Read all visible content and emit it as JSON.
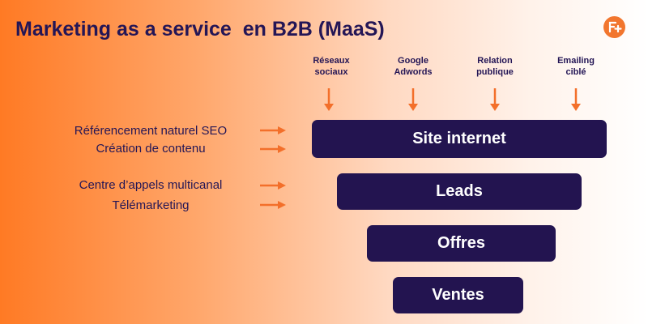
{
  "title": "Marketing as a service  en B2B (MaaS)",
  "logo_icon": "f-plus-logo-icon",
  "colors": {
    "accent": "#f2762e",
    "navy": "#231450",
    "arrow": "#f36f2a"
  },
  "channels": [
    {
      "label": "Réseaux\nsociaux"
    },
    {
      "label": "Google\nAdwords"
    },
    {
      "label": "Relation\npublique"
    },
    {
      "label": "Emailing\nciblé"
    }
  ],
  "side_labels": [
    {
      "label": "Référencement naturel SEO"
    },
    {
      "label": "Création de contenu"
    },
    {
      "label": "Centre d’appels multicanal"
    },
    {
      "label": "Télémarketing"
    }
  ],
  "stages": [
    {
      "label": "Site internet"
    },
    {
      "label": "Leads"
    },
    {
      "label": "Offres"
    },
    {
      "label": "Ventes"
    }
  ]
}
